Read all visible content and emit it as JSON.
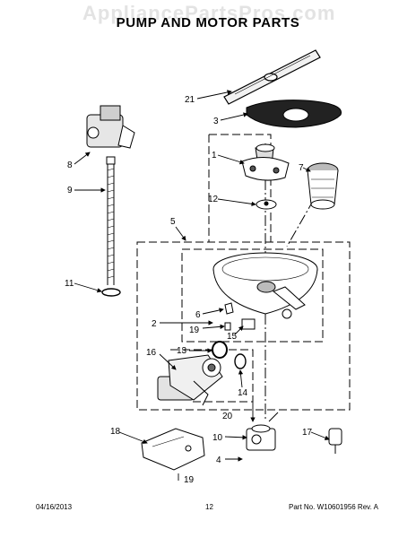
{
  "watermark": "AppliancePartsPros.com",
  "title": "PUMP AND MOTOR PARTS",
  "callouts": {
    "c1": "1",
    "c2": "2",
    "c3": "3",
    "c4": "4",
    "c5": "5",
    "c6": "6",
    "c7": "7",
    "c8": "8",
    "c9": "9",
    "c10": "10",
    "c11": "11",
    "c12": "12",
    "c13": "13",
    "c14": "14",
    "c15": "15",
    "c16": "16",
    "c17": "17",
    "c18": "18",
    "c19a": "19",
    "c19b": "19",
    "c20": "20",
    "c21": "21"
  },
  "footer": {
    "date": "04/16/2013",
    "page": "12",
    "part_no": "Part No.  W10601956  Rev. A"
  }
}
